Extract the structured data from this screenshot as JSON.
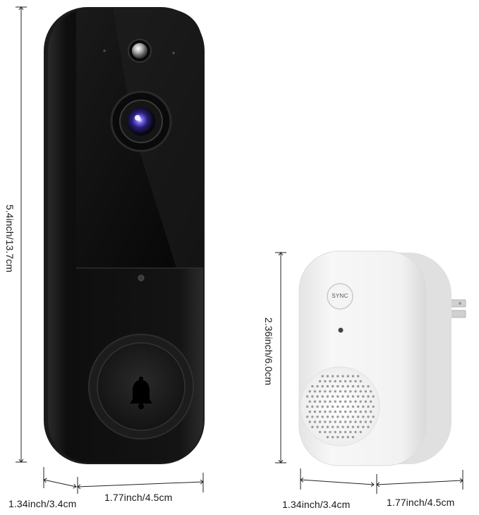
{
  "dimensions": {
    "doorbell_height": "5.4inch/13.7cm",
    "doorbell_depth": "1.34inch/3.4cm",
    "doorbell_width": "1.77inch/4.5cm",
    "chime_height": "2.36inch/6.0cm",
    "chime_depth": "1.34inch/3.4cm",
    "chime_width": "1.77inch/4.5cm"
  },
  "chime": {
    "sync_button_label": "SYNC"
  },
  "colors": {
    "doorbell_body": "#0f0f0f",
    "chime_body": "#f1f1f1",
    "lens_accent": "#5a4bd8",
    "dimension_lines": "#222222"
  }
}
